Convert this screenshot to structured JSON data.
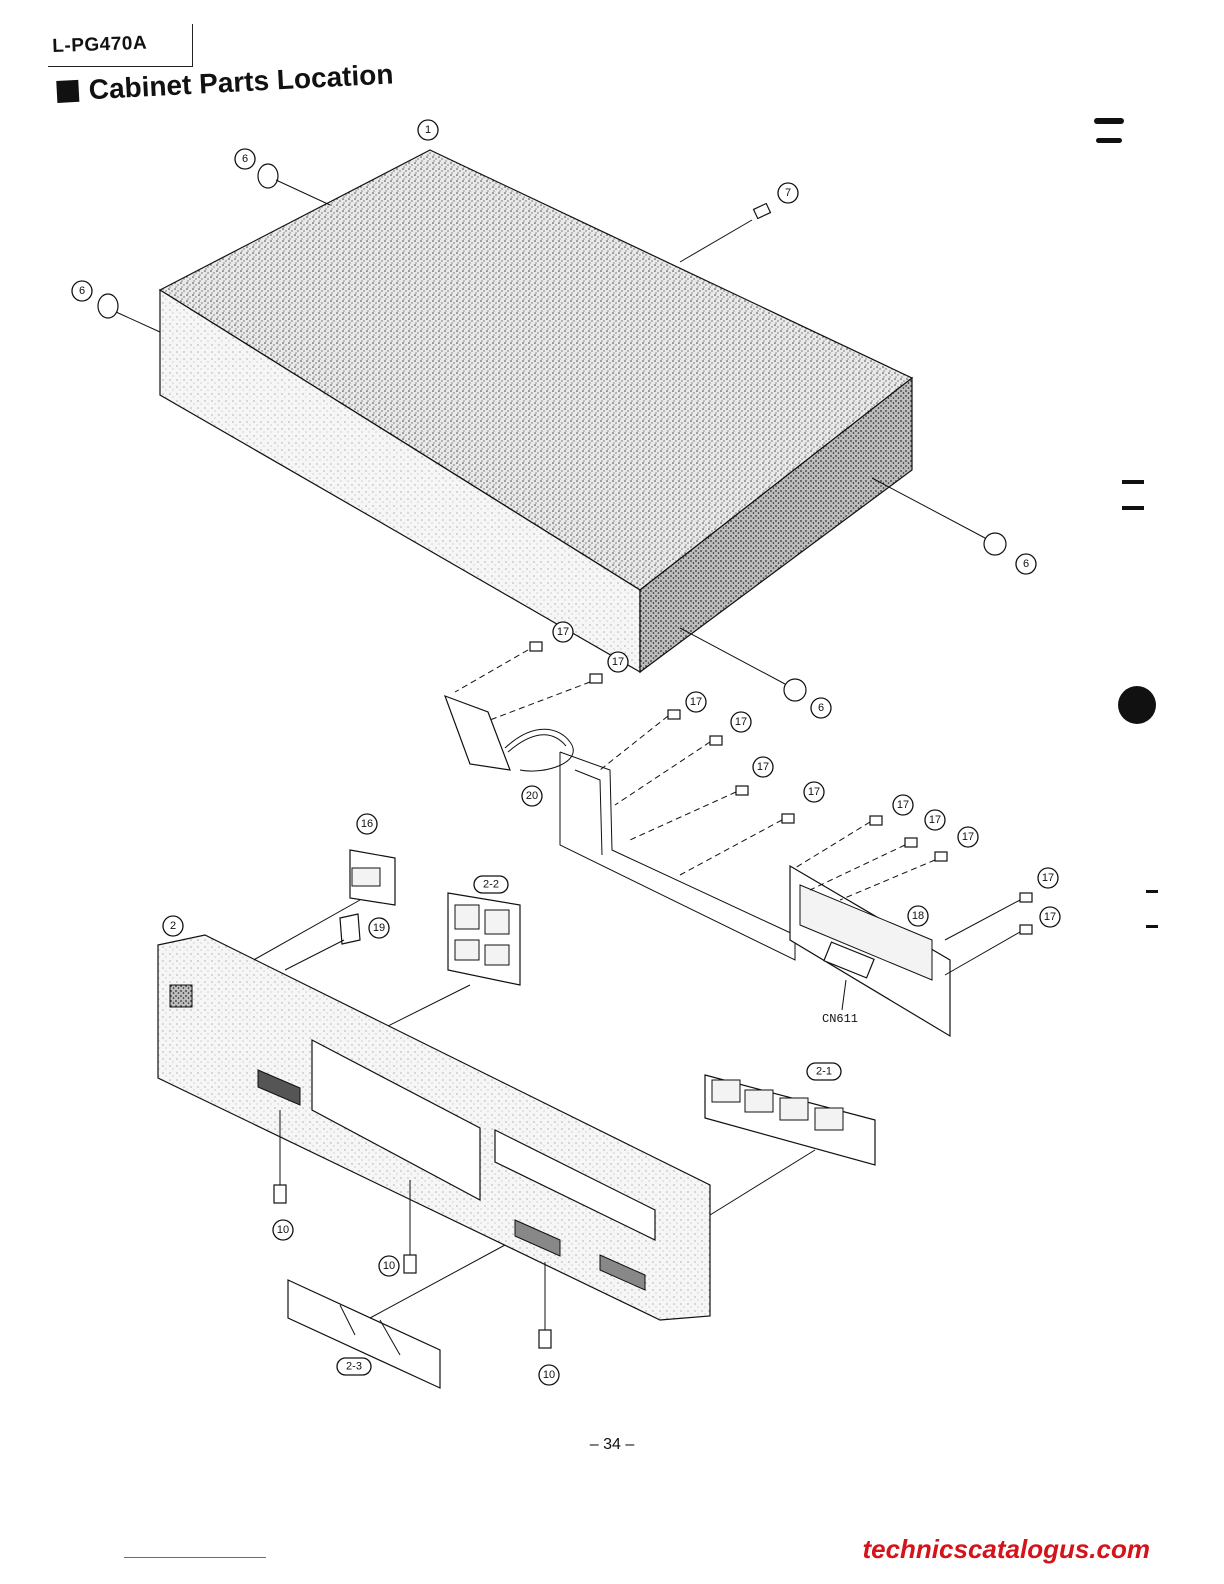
{
  "header": {
    "model": "L-PG470A",
    "title": "Cabinet Parts Location"
  },
  "callouts": {
    "c1": "1",
    "c6a": "6",
    "c6b": "6",
    "c6c": "6",
    "c6d": "6",
    "c7": "7",
    "c17a": "17",
    "c17b": "17",
    "c17c": "17",
    "c17d": "17",
    "c17e": "17",
    "c17f": "17",
    "c17g": "17",
    "c17h": "17",
    "c17i": "17",
    "c17j": "17",
    "c17k": "17",
    "c20": "20",
    "c16": "16",
    "c2_2": "2-2",
    "c2": "2",
    "c19": "19",
    "c18": "18",
    "c2_1": "2-1",
    "c10a": "10",
    "c10b": "10",
    "c10c": "10",
    "c2_3": "2-3"
  },
  "connector_label": "CN611",
  "footer": {
    "page_number": "– 34 –",
    "watermark": "technicscatalogus.com"
  }
}
